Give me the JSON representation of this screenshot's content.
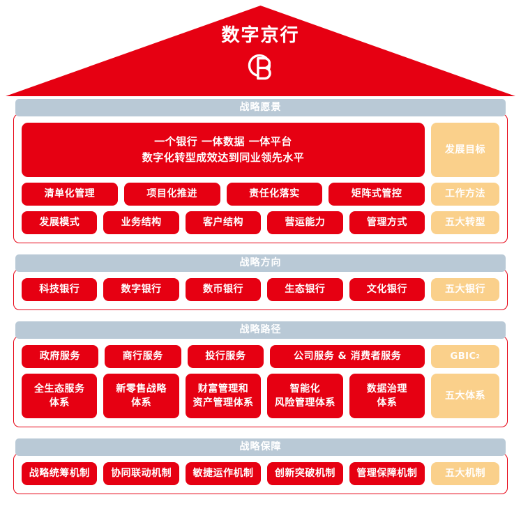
{
  "roof": {
    "title": "数字京行",
    "logo_icon": "bank-b-circle-logo",
    "color": "#e60012"
  },
  "colors": {
    "red": "#e60012",
    "tan": "#fad08b",
    "header_bar": "#b9c9d6",
    "white": "#ffffff"
  },
  "sections": [
    {
      "header": "战略愿景",
      "banner": {
        "line1": "一个银行 一体数据 一体平台",
        "line2": "数字化转型成效达到同业领先水平",
        "tag": "发展目标"
      },
      "rows": [
        {
          "items": [
            "清单化管理",
            "项目化推进",
            "责任化落实",
            "矩阵式管控"
          ],
          "tag": "工作方法"
        },
        {
          "items": [
            "发展模式",
            "业务结构",
            "客户结构",
            "营运能力",
            "管理方式"
          ],
          "tag": "五大转型"
        }
      ]
    },
    {
      "header": "战略方向",
      "rows": [
        {
          "items": [
            "科技银行",
            "数字银行",
            "数币银行",
            "生态银行",
            "文化银行"
          ],
          "tag": "五大银行"
        }
      ]
    },
    {
      "header": "战略路径",
      "rows": [
        {
          "items": [
            "政府服务",
            "商行服务",
            "投行服务",
            "公司服务 & 消费者服务"
          ],
          "flex": [
            1,
            1,
            1,
            2
          ],
          "tag": "GBIC",
          "tag_sup": "2"
        },
        {
          "items": [
            [
              "全生态服务",
              "体系"
            ],
            [
              "新零售战略",
              "体系"
            ],
            [
              "财富管理和",
              "资产管理体系"
            ],
            [
              "智能化",
              "风险管理体系"
            ],
            [
              "数据治理",
              "体系"
            ]
          ],
          "tag": "五大体系"
        }
      ]
    },
    {
      "header": "战略保障",
      "rows": [
        {
          "items": [
            "战略统筹机制",
            "协同联动机制",
            "敏捷运作机制",
            "创新突破机制",
            "管理保障机制"
          ],
          "tag": "五大机制"
        }
      ]
    }
  ]
}
